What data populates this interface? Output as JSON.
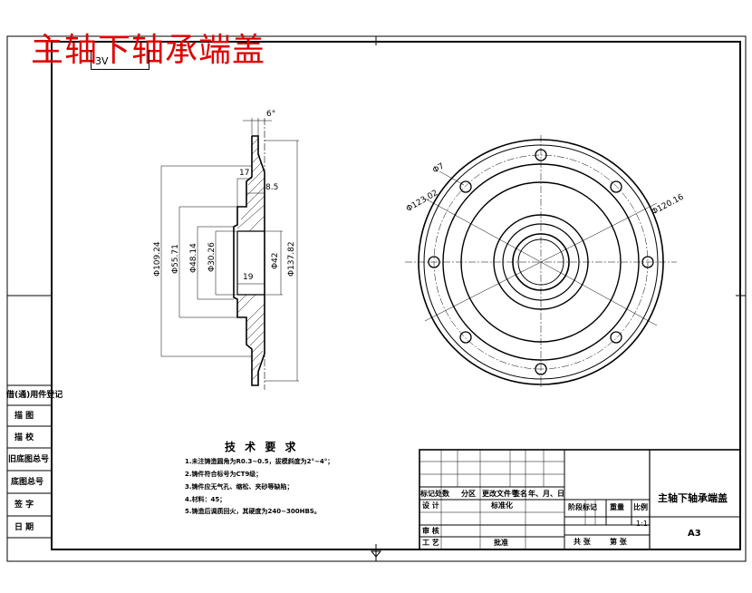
{
  "drawing": {
    "title": "主轴下轴承端盖",
    "code_box": "3V",
    "side_labels": [
      "借(通)用件登记",
      "描 图",
      "描 校",
      "旧底图总号",
      "底图总号",
      "签 字",
      "日 期"
    ],
    "technical_requirements": {
      "heading": "技 术 要 求",
      "items": [
        "1.未注铸造圆角为R0.3~0.5，拔模斜度为2°~4°；",
        "2.铸件符合标号为CT9级；",
        "3.铸件应无气孔、缩松、夹砂等缺陷；",
        "4.材料：45；",
        "5.铸造后调质回火，其硬度为240~300HBS。"
      ]
    },
    "dimensions": {
      "angle": "6°",
      "d_outer_section": "Φ109.24",
      "d_55": "Φ55.71",
      "d_48": "Φ48.14",
      "d_30": "Φ30.26",
      "d_42": "Φ42",
      "d_137": "Φ137.82",
      "len_17": "17",
      "len_8_5": "8.5",
      "len_19": "19",
      "hole": "Φ7",
      "bolt_circle": "Φ123.02",
      "pitch_circle": "Φ120.16"
    },
    "title_block": {
      "part_name": "主轴下轴承端盖",
      "scale": "1:1",
      "sheet_size": "A3",
      "row_marks": "标记处数",
      "zone": "分区",
      "change_doc": "更改文件号",
      "signature": "签名",
      "date": "年、月、日",
      "design": "设 计",
      "standardize": "标准化",
      "stage_mark": "阶段标记",
      "weight": "重量",
      "scale_label": "比例",
      "review": "审 核",
      "process": "工 艺",
      "approve": "批准",
      "total_sheets": "共 张",
      "sheet_no": "第 张"
    }
  }
}
